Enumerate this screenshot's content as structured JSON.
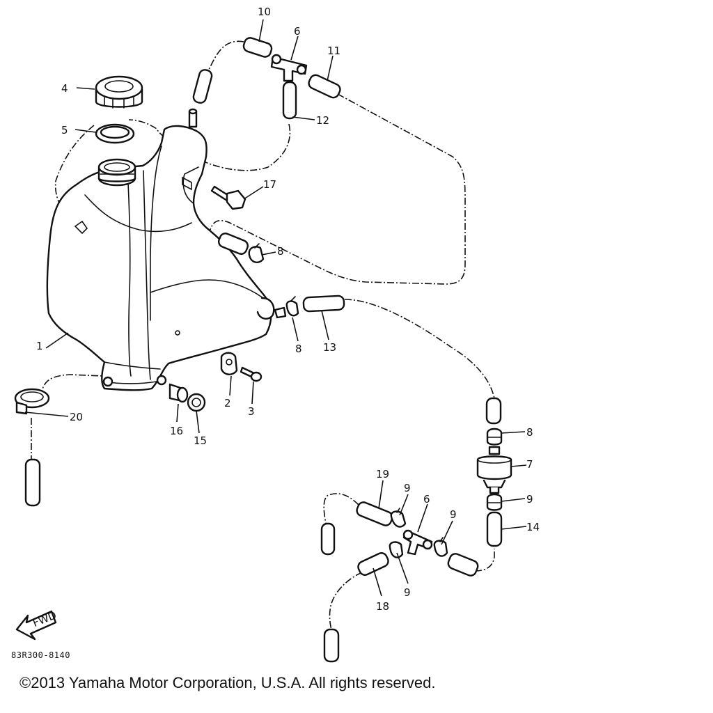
{
  "diagram": {
    "callouts": [
      {
        "id": "c1",
        "label": "1"
      },
      {
        "id": "c2",
        "label": "2"
      },
      {
        "id": "c3",
        "label": "3"
      },
      {
        "id": "c4",
        "label": "4"
      },
      {
        "id": "c5",
        "label": "5"
      },
      {
        "id": "c6a",
        "label": "6"
      },
      {
        "id": "c6b",
        "label": "6"
      },
      {
        "id": "c7",
        "label": "7"
      },
      {
        "id": "c8a",
        "label": "8"
      },
      {
        "id": "c8b",
        "label": "8"
      },
      {
        "id": "c8c",
        "label": "8"
      },
      {
        "id": "c9a",
        "label": "9"
      },
      {
        "id": "c9b",
        "label": "9"
      },
      {
        "id": "c9c",
        "label": "9"
      },
      {
        "id": "c9d",
        "label": "9"
      },
      {
        "id": "c10",
        "label": "10"
      },
      {
        "id": "c11",
        "label": "11"
      },
      {
        "id": "c12",
        "label": "12"
      },
      {
        "id": "c13",
        "label": "13"
      },
      {
        "id": "c14",
        "label": "14"
      },
      {
        "id": "c15",
        "label": "15"
      },
      {
        "id": "c16",
        "label": "16"
      },
      {
        "id": "c17",
        "label": "17"
      },
      {
        "id": "c18",
        "label": "18"
      },
      {
        "id": "c19",
        "label": "19"
      },
      {
        "id": "c20",
        "label": "20"
      }
    ],
    "fwd_label": "FWD",
    "part_code": "83R300-8140"
  },
  "footer": {
    "copyright": "©2013 Yamaha Motor Corporation, U.S.A. All rights reserved."
  }
}
